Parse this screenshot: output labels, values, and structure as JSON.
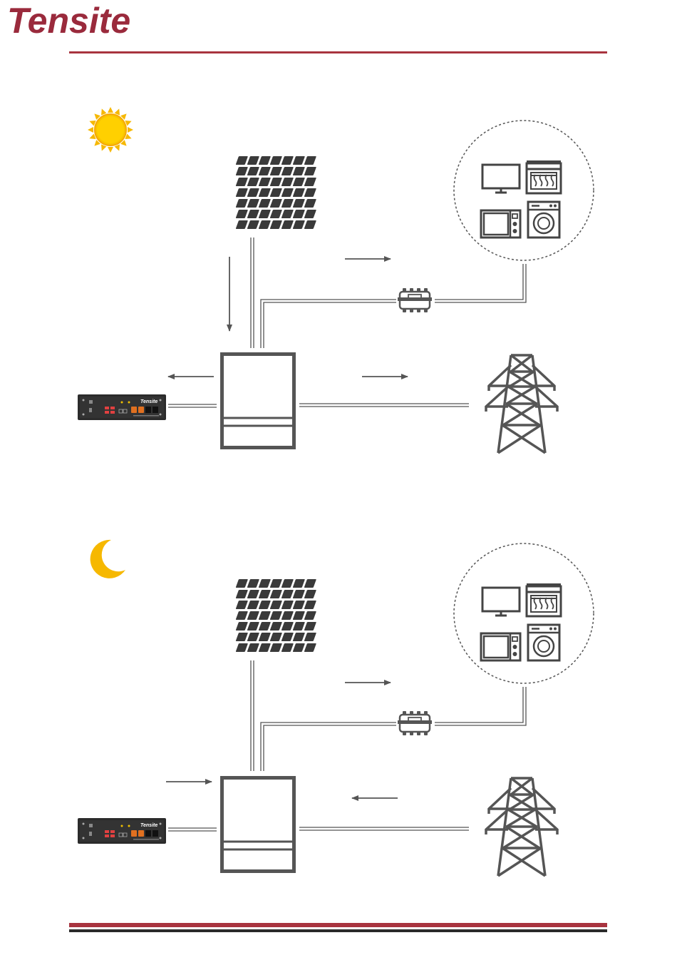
{
  "brand": {
    "name": "Tensite"
  },
  "battery_label": "Tensite",
  "colors": {
    "brand_red": "#9a2a3c",
    "rule_red": "#a8343f",
    "sun": "#f6b800",
    "moon": "#f6b800",
    "line": "#555555",
    "device": "#444444"
  },
  "scenes": [
    {
      "mode": "day",
      "icon": "sun-icon"
    },
    {
      "mode": "night",
      "icon": "moon-icon"
    }
  ]
}
